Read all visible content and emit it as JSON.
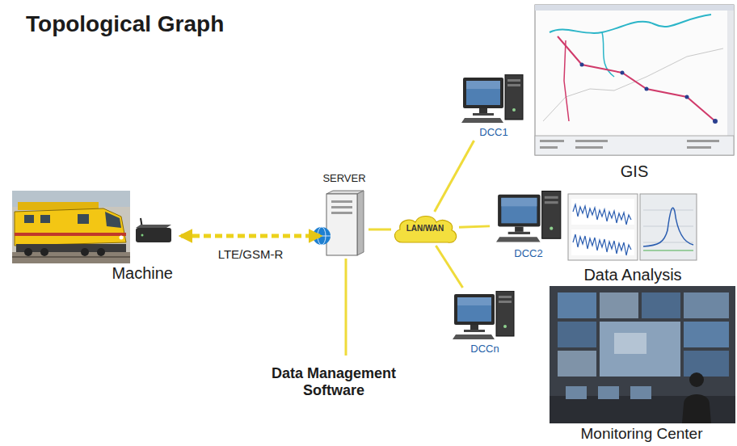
{
  "diagram": {
    "title": "Topological Graph",
    "nodes": [
      {
        "text": [
          "Machine"
        ]
      },
      {
        "text": [
          "SERVER"
        ]
      },
      {
        "text": [
          "LAN/WAN"
        ]
      },
      {
        "text": [
          "DCC1"
        ]
      },
      {
        "text": [
          "DCC2"
        ]
      },
      {
        "text": [
          "DCCn"
        ]
      },
      {
        "text": [
          "GIS"
        ]
      },
      {
        "text": [
          "Data Analysis"
        ]
      },
      {
        "text": [
          "Monitoring Center"
        ]
      },
      {
        "text": [
          "Data Management Software"
        ]
      }
    ],
    "edges": [
      {
        "from": 0,
        "to": 1,
        "label": "LTE/GSM-R",
        "arrow": "both"
      },
      {
        "from": 1,
        "to": 2,
        "arrow": "none"
      },
      {
        "from": 1,
        "to": 9,
        "arrow": "none"
      },
      {
        "from": 2,
        "to": 3,
        "arrow": "none"
      },
      {
        "from": 2,
        "to": 4,
        "arrow": "none"
      },
      {
        "from": 2,
        "to": 5,
        "arrow": "none"
      }
    ]
  }
}
